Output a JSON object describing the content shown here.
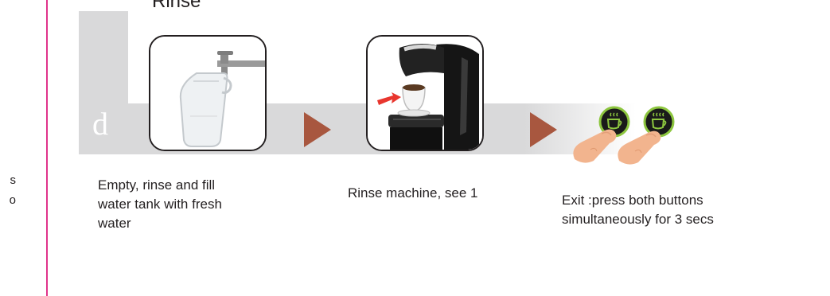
{
  "section": {
    "title": "Rinse",
    "step_letter": "d"
  },
  "margin_fragments": [
    "s",
    "o"
  ],
  "steps": [
    {
      "caption_lines": [
        "Empty, rinse and fill",
        "water tank with fresh",
        "water"
      ],
      "image_icon": "water-tank-tap"
    },
    {
      "caption_lines": [
        "Rinse machine, see 1"
      ],
      "image_icon": "coffee-machine-cup"
    },
    {
      "caption_lines": [
        "Exit :press both buttons",
        "simultaneously for 3 secs"
      ],
      "image_icon": "fingers-pressing-two-buttons"
    }
  ],
  "colors": {
    "band": "#d9d9da",
    "band_dark": "#c7c7c9",
    "arrow": "#a8573f",
    "accent_rule": "#e0338b",
    "button_ring": "#8dc63f",
    "button_face": "#1a1a1a"
  }
}
